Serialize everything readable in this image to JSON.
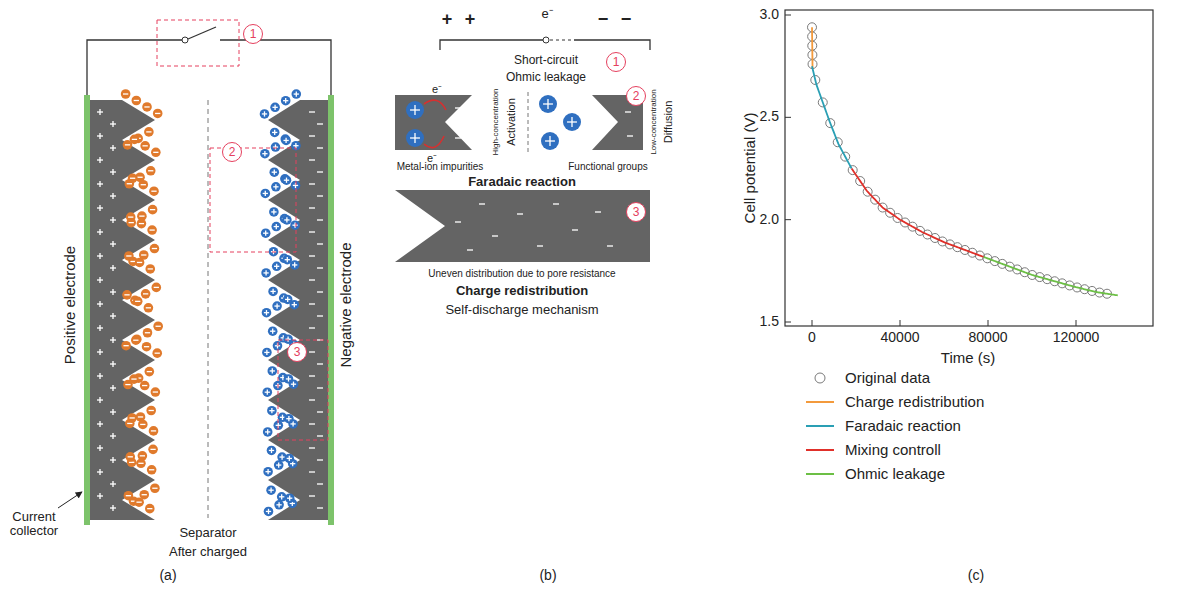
{
  "diagram": {
    "nodes": [
      {
        "text": [
          "1"
        ]
      },
      {
        "text": [
          "2"
        ]
      },
      {
        "text": [
          "3"
        ]
      },
      {
        "text": [
          "1"
        ]
      },
      {
        "text": [
          "2"
        ]
      },
      {
        "text": [
          "3"
        ]
      }
    ],
    "labels": [
      "Positive electrode",
      "Negative electrode",
      "Current collector",
      "Separator",
      "After charged",
      "(a)",
      "+",
      "+",
      "e⁻",
      "−",
      "−",
      "Short-circuit",
      "Ohmic leakage",
      "e⁻",
      "e⁻",
      "High-concentration",
      "Activation",
      "Low-concentration",
      "Diffusion",
      "Metal-ion impurities",
      "Functional groups",
      "Faradaic reaction",
      "Uneven distribution due to pore resistance",
      "Charge redistribution",
      "Self-discharge mechanism",
      "(b)",
      "3.0",
      "2.5",
      "2.0",
      "1.5",
      "0",
      "40000",
      "80000",
      "120000",
      "Cell potential (V)",
      "Time (s)",
      "(c)"
    ],
    "legend": [
      {
        "text": "Original data"
      },
      {
        "text": "Charge redistribution",
        "color": "#f39a3c"
      },
      {
        "text": "Faradaic reaction",
        "color": "#2a9fb4"
      },
      {
        "text": "Mixing controll",
        "color": "#e0302a"
      },
      {
        "text": "Ohmic leakage",
        "color": "#6cbf45"
      }
    ]
  }
}
